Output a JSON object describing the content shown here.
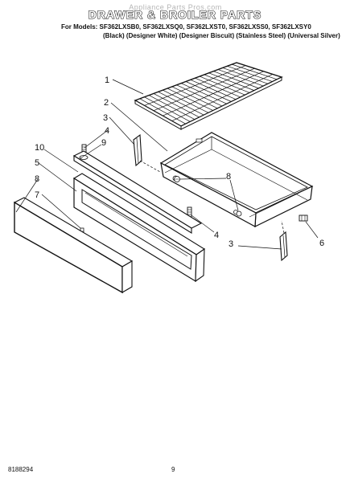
{
  "header": {
    "watermark": "Appliance Parts Pros.com",
    "title": "DRAWER & BROILER PARTS",
    "models_line": "For Models: SF362LXSB0, SF362LXSQ0, SF362LXST0, SF362LXSS0, SF362LXSY0",
    "variants_line": "(Black) (Designer White) (Designer Biscuit) (Stainless Steel) (Universal Silver)"
  },
  "callouts": {
    "c1": "1",
    "c2": "2",
    "c3a": "3",
    "c3b": "3",
    "c4a": "4",
    "c4b": "4",
    "c5": "5",
    "c6": "6",
    "c7": "7",
    "c8a": "8",
    "c8b": "8",
    "c9": "9",
    "c10": "10"
  },
  "footer": {
    "doc_number": "8188294",
    "page_number": "9"
  }
}
